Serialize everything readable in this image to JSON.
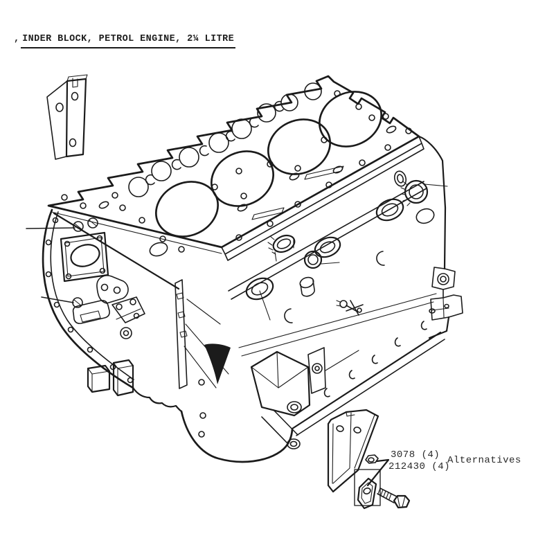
{
  "title": {
    "fragment": ",",
    "text": "INDER BLOCK, PETROL ENGINE, 2¼ LITRE"
  },
  "callouts": {
    "lines": [
      "3078 (4)",
      "212430 (4)"
    ],
    "note": "Alternatives"
  },
  "highlight": {
    "color": "#f2ee7a"
  },
  "ink": "#1b1b1b",
  "paper": "#ffffff",
  "figure": {
    "parts": [
      "cylinder-block",
      "support-bracket",
      "engine-mounting-bracket",
      "locking-plate",
      "bolt",
      "nut",
      "drain-tap",
      "core-plugs"
    ]
  }
}
